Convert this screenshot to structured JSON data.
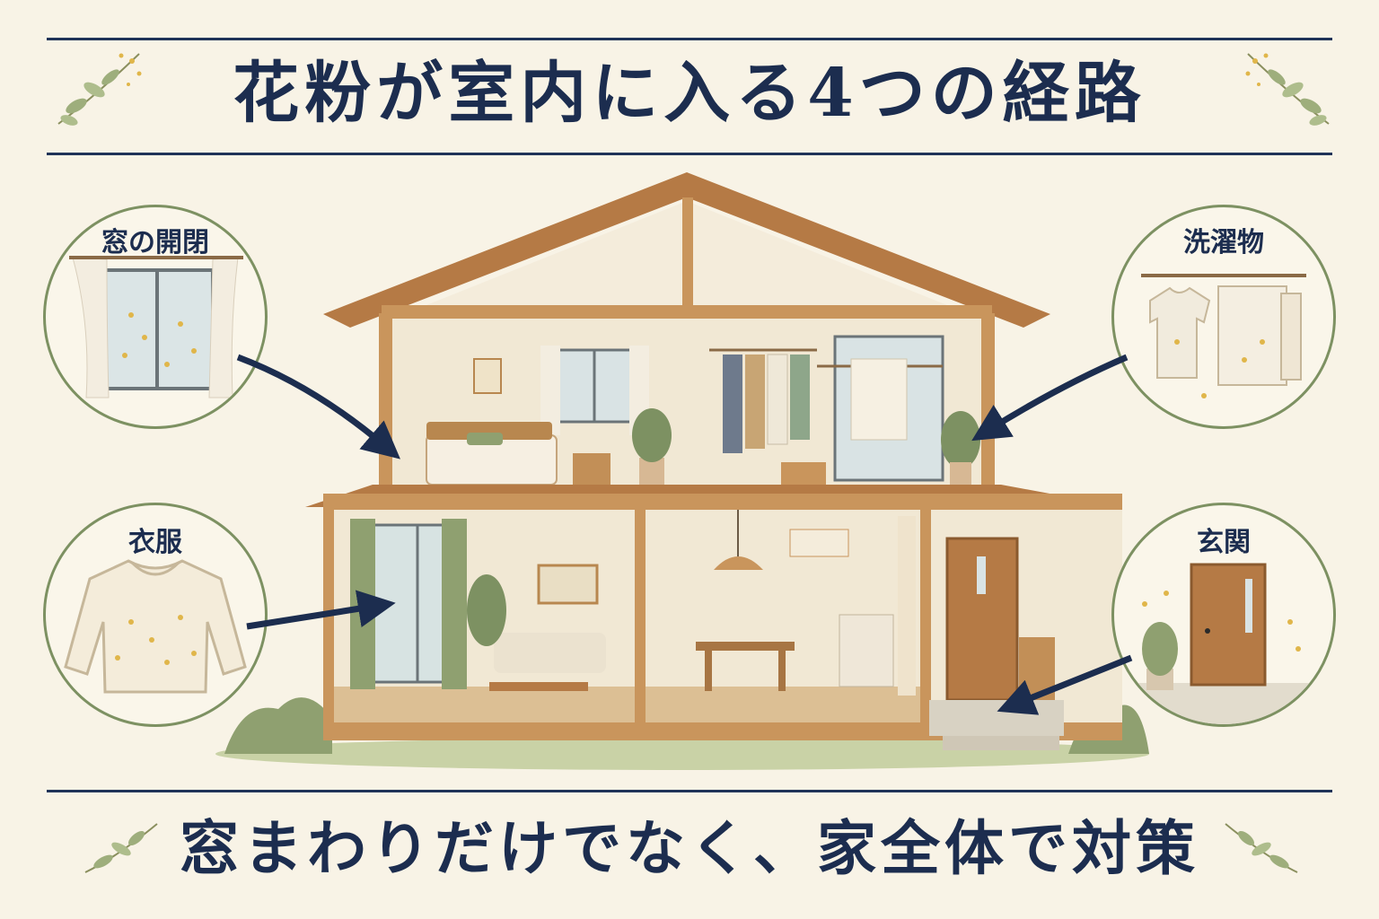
{
  "title": "花粉が室内に入る4つの経路",
  "footer": "窓まわりだけでなく、家全体で対策",
  "routes": [
    {
      "id": "window",
      "label": "窓の開閉"
    },
    {
      "id": "clothes",
      "label": "衣服"
    },
    {
      "id": "laundry",
      "label": "洗濯物"
    },
    {
      "id": "entrance",
      "label": "玄関"
    }
  ],
  "colors": {
    "navy": "#1c2d4f",
    "wood": "#c9955c",
    "wood_dark": "#a77543",
    "wall": "#f4ecdb",
    "green": "#7d9162",
    "pollen": "#e0b64a",
    "background": "#f8f3e6"
  },
  "icons": [
    "leaf-sprig-icon",
    "window-icon",
    "sweater-icon",
    "laundry-icon",
    "door-icon",
    "arrow-icon"
  ]
}
